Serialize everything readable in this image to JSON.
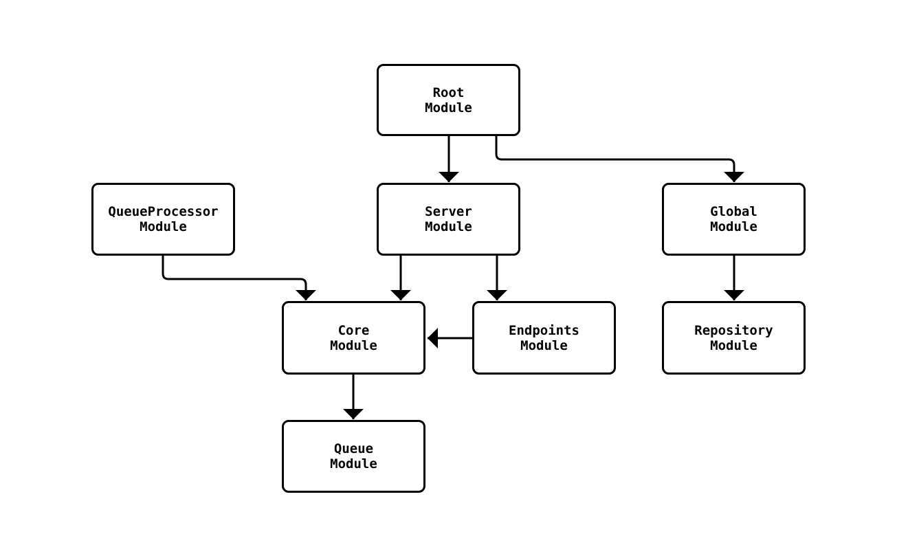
{
  "diagram": {
    "background_color": "#ffffff",
    "stroke_color": "#000000",
    "node_fill_color": "#ffffff",
    "nodes": [
      {
        "id": "root",
        "line1": "Root",
        "line2": "Module"
      },
      {
        "id": "queueprocessor",
        "line1": "QueueProcessor",
        "line2": "Module"
      },
      {
        "id": "server",
        "line1": "Server",
        "line2": "Module"
      },
      {
        "id": "global",
        "line1": "Global",
        "line2": "Module"
      },
      {
        "id": "core",
        "line1": "Core",
        "line2": "Module"
      },
      {
        "id": "endpoints",
        "line1": "Endpoints",
        "line2": "Module"
      },
      {
        "id": "repository",
        "line1": "Repository",
        "line2": "Module"
      },
      {
        "id": "queue",
        "line1": "Queue",
        "line2": "Module"
      }
    ],
    "edges": [
      {
        "from": "Root Module",
        "to": "Server Module"
      },
      {
        "from": "Root Module",
        "to": "Global Module"
      },
      {
        "from": "QueueProcessor Module",
        "to": "Core Module"
      },
      {
        "from": "Server Module",
        "to": "Core Module"
      },
      {
        "from": "Server Module",
        "to": "Endpoints Module"
      },
      {
        "from": "Endpoints Module",
        "to": "Core Module"
      },
      {
        "from": "Global Module",
        "to": "Repository Module"
      },
      {
        "from": "Core Module",
        "to": "Queue Module"
      }
    ]
  }
}
